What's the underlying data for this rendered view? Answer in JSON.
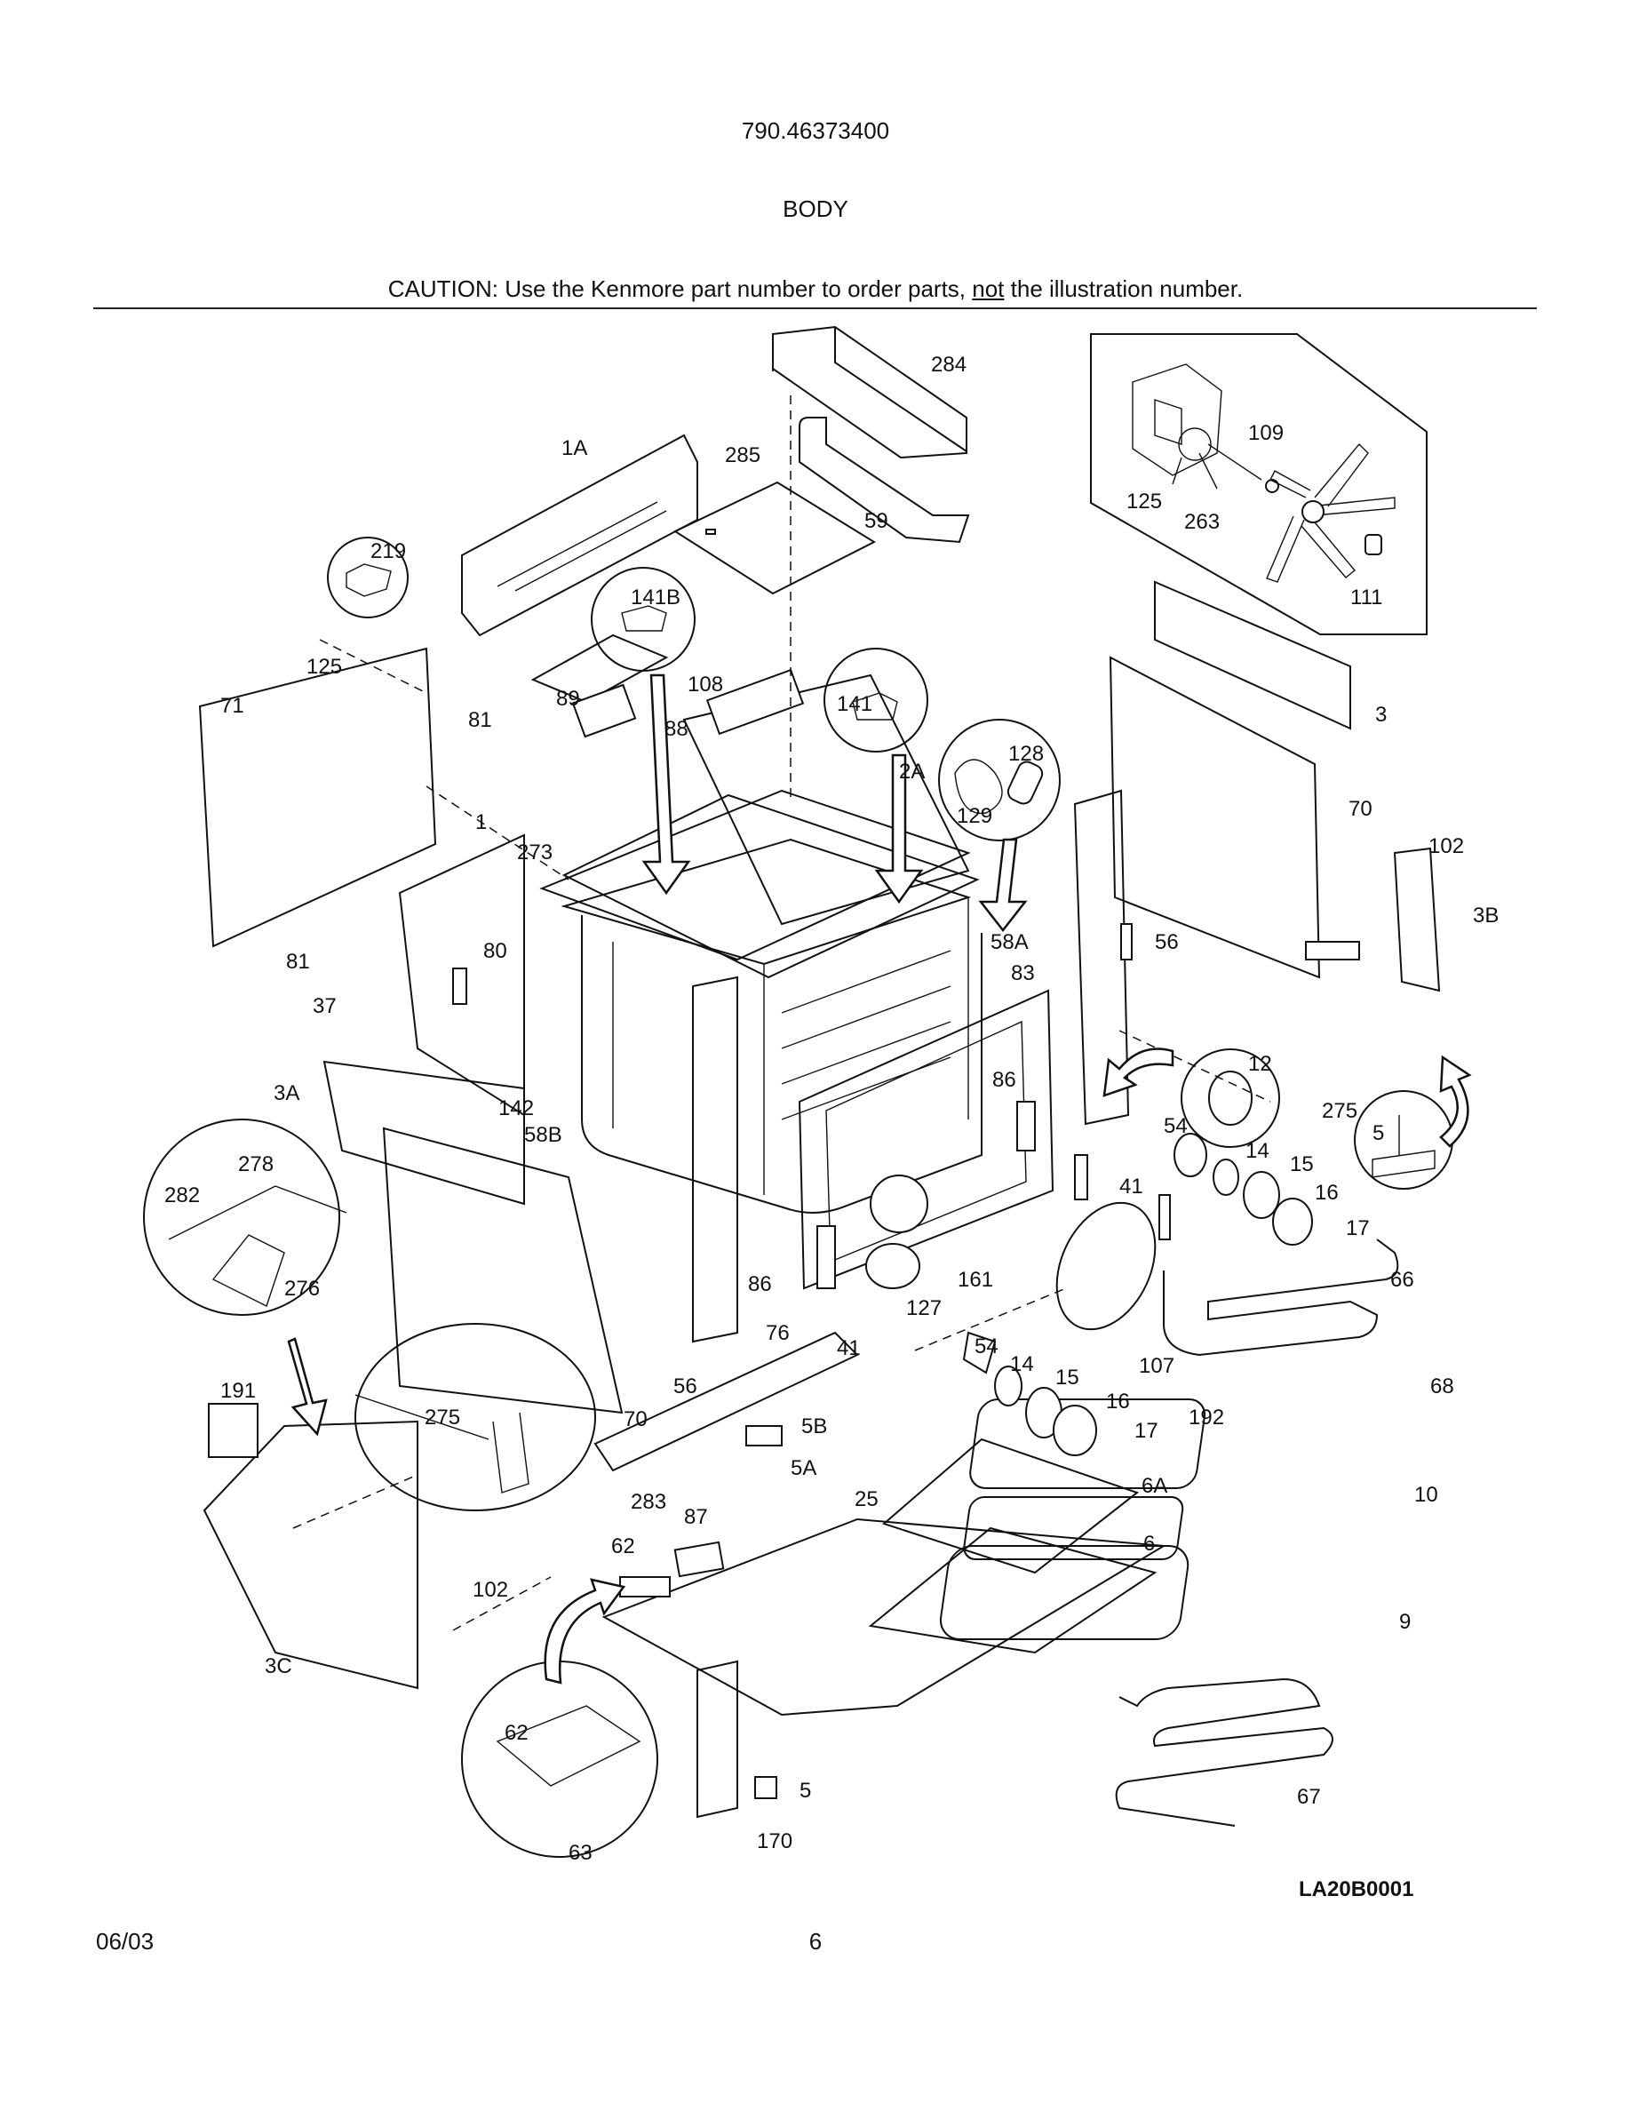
{
  "header": {
    "model": "790.46373400",
    "section": "BODY",
    "caution_prefix": "CAUTION: Use the Kenmore part number to order parts, ",
    "caution_emphasis": "not",
    "caution_suffix": " the illustration number."
  },
  "diagram": {
    "code": "LA20B0001",
    "callouts": [
      "284",
      "285",
      "59",
      "1A",
      "219",
      "141B",
      "108",
      "89",
      "88",
      "141",
      "2A",
      "128",
      "129",
      "125",
      "71",
      "81",
      "1",
      "273",
      "80",
      "81",
      "37",
      "3A",
      "142",
      "58B",
      "58A",
      "83",
      "56",
      "86",
      "12",
      "54",
      "14",
      "15",
      "16",
      "17",
      "41",
      "161",
      "127",
      "86",
      "76",
      "41",
      "56",
      "70",
      "66",
      "107",
      "278",
      "282",
      "276",
      "191",
      "275",
      "70",
      "5B",
      "5A",
      "283",
      "87",
      "62",
      "25",
      "6A",
      "6",
      "192",
      "10",
      "9",
      "68",
      "102",
      "3C",
      "62",
      "63",
      "5",
      "170",
      "67",
      "3",
      "70",
      "102",
      "3B",
      "275",
      "5",
      "109",
      "125",
      "263",
      "111",
      "54",
      "14",
      "15",
      "16",
      "17"
    ]
  },
  "footer": {
    "date": "06/03",
    "page": "6"
  }
}
